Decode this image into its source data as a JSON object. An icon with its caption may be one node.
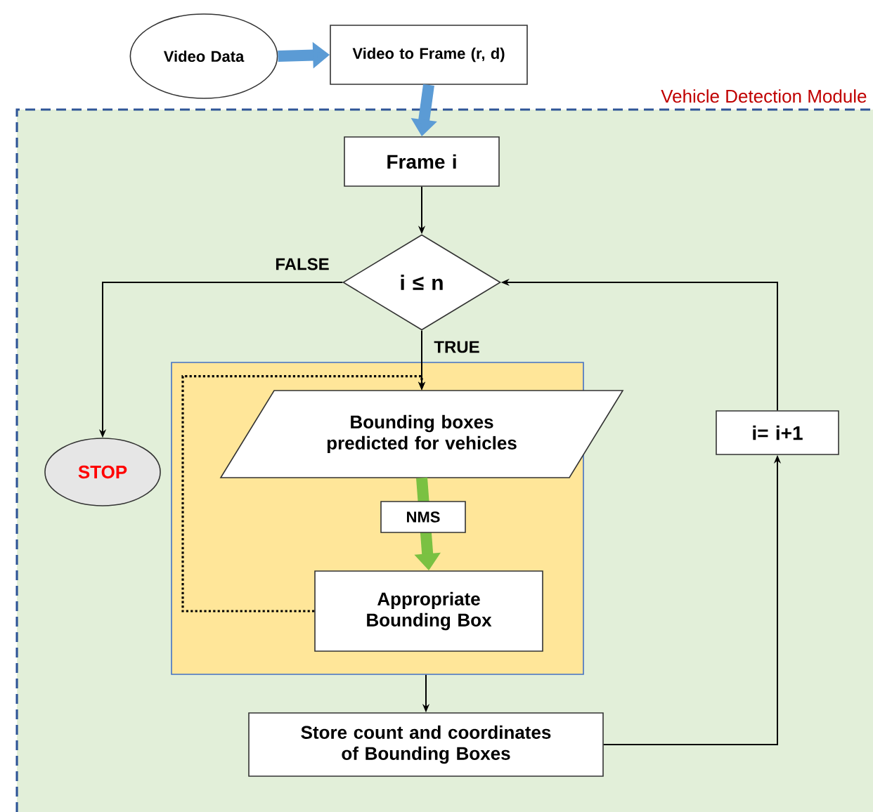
{
  "diagram": {
    "nodes": [
      {
        "text": [
          "Video Data"
        ]
      },
      {
        "text": [
          "Video to Frame (r, d)"
        ]
      },
      {
        "text": [
          "Vehicle Detection Module"
        ]
      },
      {
        "text": [
          "Frame i"
        ],
        "in": 2
      },
      {
        "text": [
          "i ≤ n"
        ],
        "in": 2
      },
      {
        "text": [
          "STOP"
        ],
        "in": 2
      },
      {
        "text": [],
        "shape": "box",
        "in": 2
      },
      {
        "text": [
          "Bounding boxes predicted for vehicles"
        ],
        "in": 6
      },
      {
        "text": [
          "Appropriate Bounding Box"
        ],
        "in": 6
      },
      {
        "text": [
          "Store count and coordinates of Bounding Boxes"
        ],
        "in": 2
      },
      {
        "text": [
          "i= i+1"
        ],
        "in": 2
      }
    ],
    "edges": [
      {
        "from": 0,
        "to": 1,
        "arrow": "to",
        "style": "thick",
        "color": "#5b9bd5"
      },
      {
        "from": 1,
        "to": 3,
        "arrow": "to",
        "style": "thick",
        "color": "#5b9bd5"
      },
      {
        "from": 3,
        "to": 4,
        "arrow": "to"
      },
      {
        "from": 4,
        "to": 5,
        "arrow": "to",
        "label": "FALSE"
      },
      {
        "from": 4,
        "to": 7,
        "arrow": "to",
        "label": "TRUE"
      },
      {
        "from": 7,
        "to": 8,
        "arrow": "to",
        "label": "NMS",
        "style": "thick",
        "color": "#7ac142"
      },
      {
        "from": 8,
        "to": 7,
        "arrow": "to",
        "style": "dashed"
      },
      {
        "from": 6,
        "to": 9,
        "arrow": "to"
      },
      {
        "from": 9,
        "to": 10,
        "arrow": "to"
      },
      {
        "from": 10,
        "to": 4,
        "arrow": "to"
      }
    ]
  }
}
